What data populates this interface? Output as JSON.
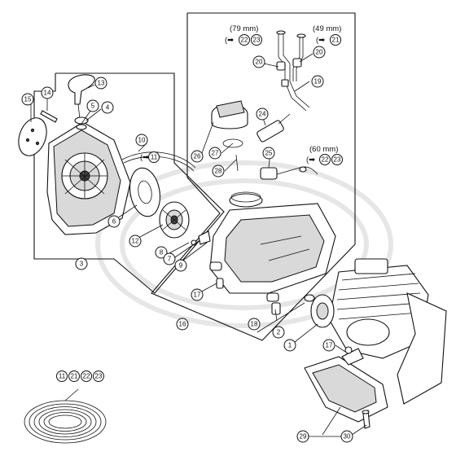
{
  "diagram": {
    "callouts": [
      {
        "id": "c1",
        "label": "1"
      },
      {
        "id": "c2",
        "label": "2"
      },
      {
        "id": "c3",
        "label": "3"
      },
      {
        "id": "c4",
        "label": "4"
      },
      {
        "id": "c5",
        "label": "5"
      },
      {
        "id": "c6",
        "label": "6"
      },
      {
        "id": "c7",
        "label": "7"
      },
      {
        "id": "c8",
        "label": "8"
      },
      {
        "id": "c9",
        "label": "9"
      },
      {
        "id": "c10",
        "label": "10"
      },
      {
        "id": "c12",
        "label": "12"
      },
      {
        "id": "c13",
        "label": "13"
      },
      {
        "id": "c14",
        "label": "14"
      },
      {
        "id": "c15",
        "label": "15"
      },
      {
        "id": "c16",
        "label": "16"
      },
      {
        "id": "c17a",
        "label": "17"
      },
      {
        "id": "c17b",
        "label": "17"
      },
      {
        "id": "c18",
        "label": "18"
      },
      {
        "id": "c19",
        "label": "19"
      },
      {
        "id": "c20a",
        "label": "20"
      },
      {
        "id": "c20b",
        "label": "20"
      },
      {
        "id": "c24",
        "label": "24"
      },
      {
        "id": "c25",
        "label": "25"
      },
      {
        "id": "c26",
        "label": "26"
      },
      {
        "id": "c27",
        "label": "27"
      },
      {
        "id": "c28",
        "label": "28"
      },
      {
        "id": "c29",
        "label": "29"
      },
      {
        "id": "c30",
        "label": "30"
      }
    ],
    "dimensions": {
      "d79": "(79 mm)",
      "d49": "(49 mm)",
      "d60": "(60 mm)"
    },
    "references": {
      "r79_a": "22",
      "r79_b": "23",
      "r49": "21",
      "r60_a": "22",
      "r60_b": "23",
      "r10": "11",
      "rope_a": "11",
      "rope_b": "21",
      "rope_c": "22",
      "rope_d": "23"
    }
  }
}
